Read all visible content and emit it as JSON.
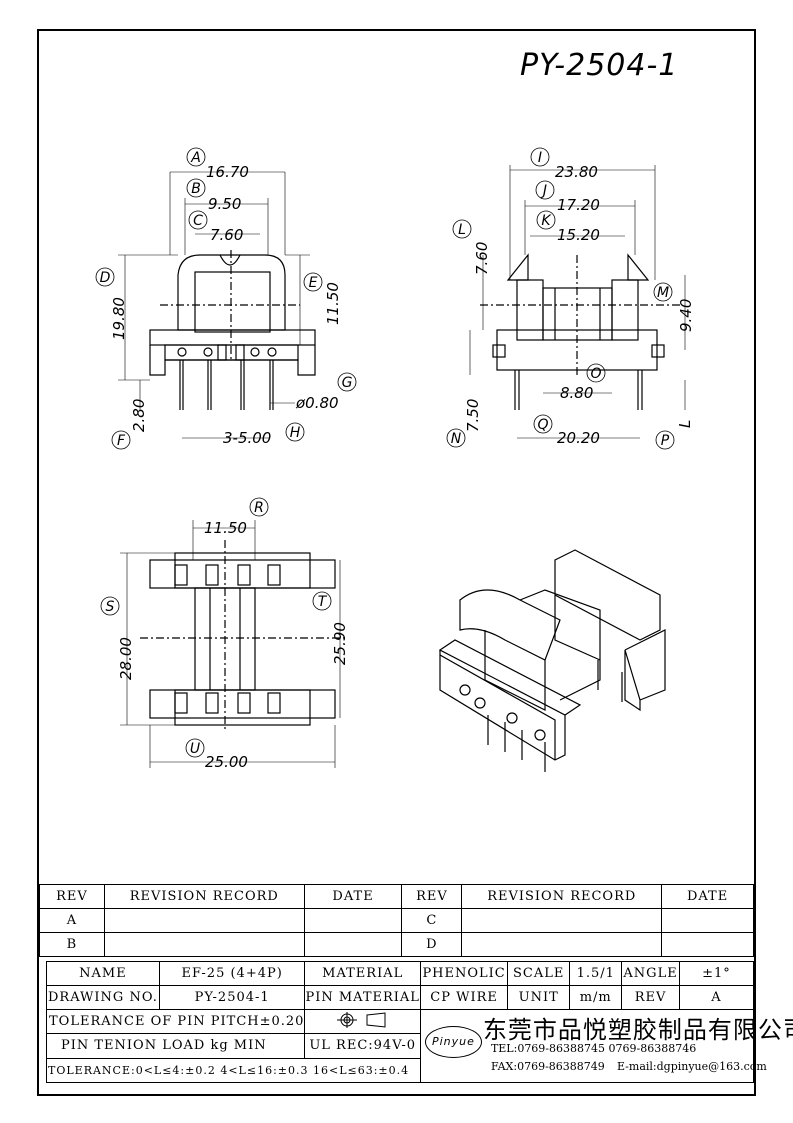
{
  "drawing_number": "PY-2504-1",
  "front_view": {
    "dim_a": "16.70",
    "dim_b": "9.50",
    "dim_c": "7.60",
    "dim_d": "19.80",
    "dim_e": "11.50",
    "dim_f": "2.80",
    "dim_g": "ø0.80",
    "dim_h": "3-5.00",
    "labels": [
      "A",
      "B",
      "C",
      "D",
      "E",
      "F",
      "G",
      "H"
    ]
  },
  "side_view": {
    "dim_i": "23.80",
    "dim_j": "17.20",
    "dim_k": "15.20",
    "dim_l": "7.60",
    "dim_m": "9.40",
    "dim_n": "7.50",
    "dim_o": "8.80",
    "dim_q": "20.20",
    "dim_pl": "L",
    "labels": [
      "I",
      "J",
      "K",
      "L",
      "M",
      "N",
      "O",
      "P",
      "Q"
    ]
  },
  "bottom_view": {
    "dim_r": "11.50",
    "dim_s": "28.00",
    "dim_t": "25.90",
    "dim_u": "25.00",
    "labels": [
      "R",
      "S",
      "T",
      "U"
    ]
  },
  "revision_table": {
    "headers": [
      "REV",
      "REVISION RECORD",
      "DATE",
      "REV",
      "REVISION RECORD",
      "DATE"
    ],
    "rows": [
      [
        "A",
        "",
        "",
        "C",
        "",
        ""
      ],
      [
        "B",
        "",
        "",
        "D",
        "",
        ""
      ]
    ]
  },
  "info_table": {
    "name_label": "NAME",
    "name_value": "EF-25 (4+4P)",
    "material_label": "MATERIAL",
    "material_value": "PHENOLIC",
    "scale_label": "SCALE",
    "scale_value": "1.5/1",
    "angle_label": "ANGLE",
    "angle_value": "±1°",
    "drawing_no_label": "DRAWING NO.",
    "drawing_no_value": "PY-2504-1",
    "pin_material_label": "PIN MATERIAL",
    "pin_material_value": "CP WIRE",
    "unit_label": "UNIT",
    "unit_value": "m/m",
    "rev_label": "REV",
    "rev_value": "A",
    "tolerance_pitch": "TOLERANCE OF PIN PITCH±0.20",
    "pin_tension": "PIN TENION LOAD    kg MIN",
    "ul_rec": "UL REC:94V-0",
    "tolerance_line": "TOLERANCE:0<L≤4:±0.2  4<L≤16:±0.3  16<L≤63:±0.4",
    "company_cn": "东莞市品悦塑胶制品有限公司",
    "logo_text": "Pinyue",
    "tel": "TEL:0769-86388745    0769-86388746",
    "fax": "FAX:0769-86388749",
    "email": "E-mail:dgpinyue@163.com"
  }
}
